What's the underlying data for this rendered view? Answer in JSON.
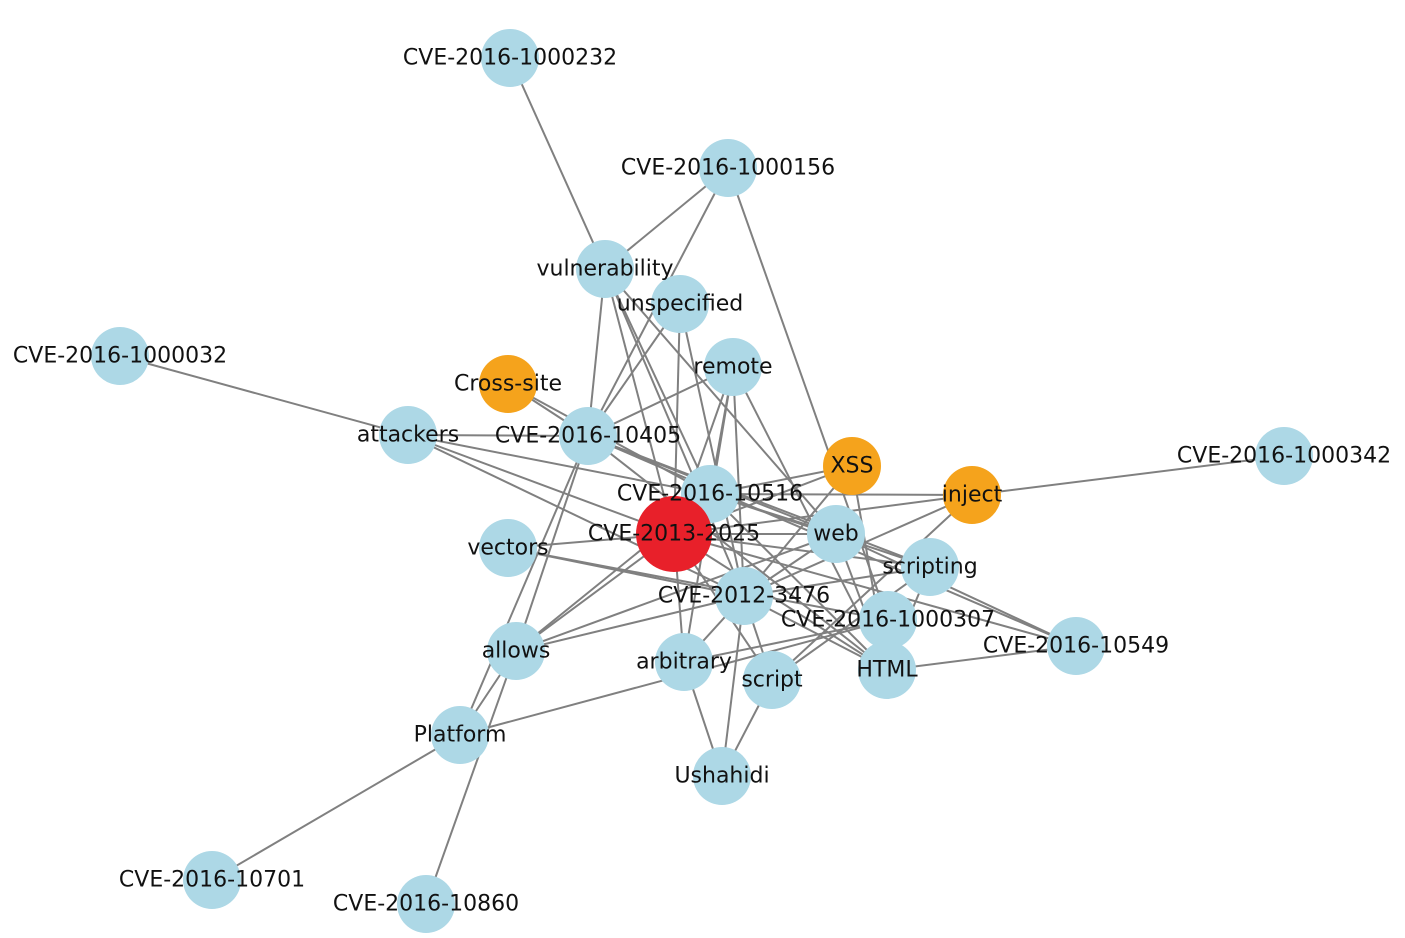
{
  "colors": {
    "default_node": "#add8e6",
    "highlight_node": "#f5a31c",
    "center_node": "#e8202a",
    "edge": "#808080"
  },
  "nodes": [
    {
      "id": "CVE-2016-1000232",
      "label": "CVE-2016-1000232",
      "kind": "default"
    },
    {
      "id": "CVE-2016-1000156",
      "label": "CVE-2016-1000156",
      "kind": "default"
    },
    {
      "id": "vulnerability",
      "label": "vulnerability",
      "kind": "default"
    },
    {
      "id": "unspecified",
      "label": "unspecified",
      "kind": "default"
    },
    {
      "id": "CVE-2016-1000032",
      "label": "CVE-2016-1000032",
      "kind": "default"
    },
    {
      "id": "remote",
      "label": "remote",
      "kind": "default"
    },
    {
      "id": "Cross-site",
      "label": "Cross-site",
      "kind": "highlight"
    },
    {
      "id": "attackers",
      "label": "attackers",
      "kind": "default"
    },
    {
      "id": "CVE-2016-10405",
      "label": "CVE-2016-10405",
      "kind": "default"
    },
    {
      "id": "XSS",
      "label": "XSS",
      "kind": "highlight"
    },
    {
      "id": "CVE-2016-1000342",
      "label": "CVE-2016-1000342",
      "kind": "default"
    },
    {
      "id": "inject",
      "label": "inject",
      "kind": "highlight"
    },
    {
      "id": "CVE-2016-10516",
      "label": "CVE-2016-10516",
      "kind": "default"
    },
    {
      "id": "CVE-2013-2025",
      "label": "CVE-2013-2025",
      "kind": "center"
    },
    {
      "id": "vectors",
      "label": "vectors",
      "kind": "default"
    },
    {
      "id": "web",
      "label": "web",
      "kind": "default"
    },
    {
      "id": "scripting",
      "label": "scripting",
      "kind": "default"
    },
    {
      "id": "CVE-2012-3476",
      "label": "CVE-2012-3476",
      "kind": "default"
    },
    {
      "id": "CVE-2016-1000307",
      "label": "CVE-2016-1000307",
      "kind": "default"
    },
    {
      "id": "CVE-2016-10549",
      "label": "CVE-2016-10549",
      "kind": "default"
    },
    {
      "id": "allows",
      "label": "allows",
      "kind": "default"
    },
    {
      "id": "arbitrary",
      "label": "arbitrary",
      "kind": "default"
    },
    {
      "id": "script",
      "label": "script",
      "kind": "default"
    },
    {
      "id": "HTML",
      "label": "HTML",
      "kind": "default"
    },
    {
      "id": "Platform",
      "label": "Platform",
      "kind": "default"
    },
    {
      "id": "Ushahidi",
      "label": "Ushahidi",
      "kind": "default"
    },
    {
      "id": "CVE-2016-10701",
      "label": "CVE-2016-10701",
      "kind": "default"
    },
    {
      "id": "CVE-2016-10860",
      "label": "CVE-2016-10860",
      "kind": "default"
    }
  ],
  "edges": [
    [
      "CVE-2016-1000232",
      "vulnerability"
    ],
    [
      "CVE-2016-1000156",
      "vulnerability"
    ],
    [
      "CVE-2016-1000156",
      "CVE-2016-10405"
    ],
    [
      "CVE-2016-1000156",
      "CVE-2016-1000307"
    ],
    [
      "vulnerability",
      "CVE-2016-10405"
    ],
    [
      "vulnerability",
      "CVE-2013-2025"
    ],
    [
      "vulnerability",
      "CVE-2016-10516"
    ],
    [
      "vulnerability",
      "web"
    ],
    [
      "vulnerability",
      "CVE-2012-3476"
    ],
    [
      "unspecified",
      "CVE-2016-10405"
    ],
    [
      "unspecified",
      "CVE-2013-2025"
    ],
    [
      "unspecified",
      "CVE-2012-3476"
    ],
    [
      "CVE-2016-1000032",
      "attackers"
    ],
    [
      "remote",
      "CVE-2016-10405"
    ],
    [
      "remote",
      "CVE-2013-2025"
    ],
    [
      "remote",
      "CVE-2016-10516"
    ],
    [
      "remote",
      "CVE-2012-3476"
    ],
    [
      "remote",
      "arbitrary"
    ],
    [
      "remote",
      "HTML"
    ],
    [
      "Cross-site",
      "CVE-2016-10405"
    ],
    [
      "Cross-site",
      "CVE-2016-10516"
    ],
    [
      "attackers",
      "CVE-2016-10405"
    ],
    [
      "attackers",
      "CVE-2013-2025"
    ],
    [
      "attackers",
      "CVE-2012-3476"
    ],
    [
      "attackers",
      "CVE-2016-10516"
    ],
    [
      "CVE-2016-10405",
      "web"
    ],
    [
      "CVE-2016-10405",
      "scripting"
    ],
    [
      "CVE-2016-10405",
      "allows"
    ],
    [
      "CVE-2016-10405",
      "Platform"
    ],
    [
      "CVE-2016-10405",
      "CVE-2016-10549"
    ],
    [
      "CVE-2016-10405",
      "HTML"
    ],
    [
      "XSS",
      "CVE-2016-10516"
    ],
    [
      "XSS",
      "CVE-2013-2025"
    ],
    [
      "XSS",
      "CVE-2012-3476"
    ],
    [
      "XSS",
      "HTML"
    ],
    [
      "inject",
      "CVE-2016-1000342"
    ],
    [
      "inject",
      "CVE-2016-10516"
    ],
    [
      "inject",
      "CVE-2013-2025"
    ],
    [
      "inject",
      "script"
    ],
    [
      "inject",
      "CVE-2012-3476"
    ],
    [
      "CVE-2016-10516",
      "web"
    ],
    [
      "CVE-2016-10516",
      "allows"
    ],
    [
      "CVE-2016-10516",
      "scripting"
    ],
    [
      "CVE-2016-10516",
      "HTML"
    ],
    [
      "CVE-2013-2025",
      "vectors"
    ],
    [
      "CVE-2013-2025",
      "web"
    ],
    [
      "CVE-2013-2025",
      "scripting"
    ],
    [
      "CVE-2013-2025",
      "allows"
    ],
    [
      "CVE-2013-2025",
      "arbitrary"
    ],
    [
      "CVE-2013-2025",
      "script"
    ],
    [
      "CVE-2013-2025",
      "HTML"
    ],
    [
      "CVE-2013-2025",
      "CVE-2016-10549"
    ],
    [
      "vectors",
      "CVE-2012-3476"
    ],
    [
      "vectors",
      "CVE-2016-1000307"
    ],
    [
      "web",
      "CVE-2012-3476"
    ],
    [
      "web",
      "HTML"
    ],
    [
      "web",
      "allows"
    ],
    [
      "web",
      "CVE-2016-10549"
    ],
    [
      "scripting",
      "CVE-2012-3476"
    ],
    [
      "scripting",
      "script"
    ],
    [
      "scripting",
      "HTML"
    ],
    [
      "CVE-2012-3476",
      "allows"
    ],
    [
      "CVE-2012-3476",
      "arbitrary"
    ],
    [
      "CVE-2012-3476",
      "script"
    ],
    [
      "CVE-2012-3476",
      "HTML"
    ],
    [
      "CVE-2012-3476",
      "Ushahidi"
    ],
    [
      "CVE-2016-1000307",
      "Platform"
    ],
    [
      "CVE-2016-1000307",
      "arbitrary"
    ],
    [
      "HTML",
      "CVE-2016-10549"
    ],
    [
      "allows",
      "Platform"
    ],
    [
      "allows",
      "CVE-2016-10860"
    ],
    [
      "Platform",
      "CVE-2016-10701"
    ],
    [
      "arbitrary",
      "Ushahidi"
    ],
    [
      "script",
      "Ushahidi"
    ]
  ]
}
